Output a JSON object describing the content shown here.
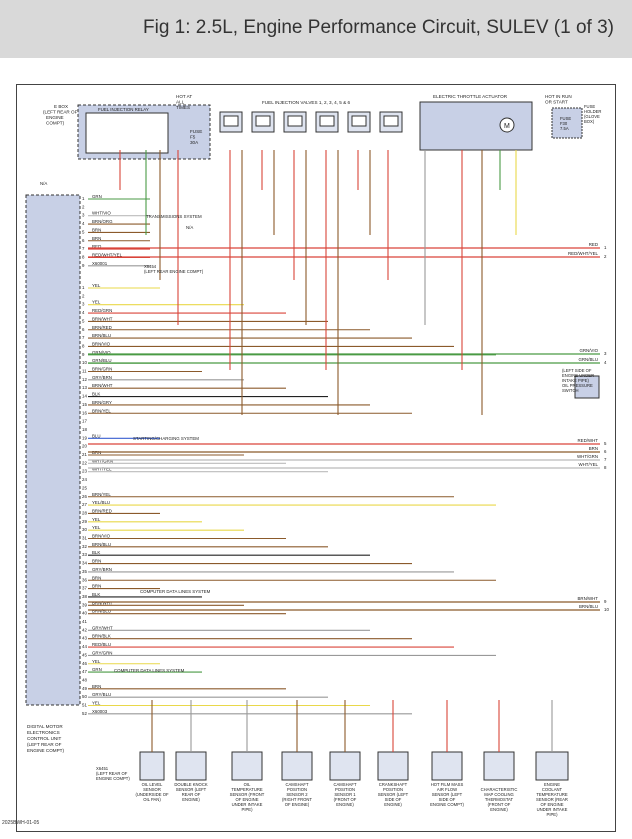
{
  "title": "Fig 1: 2.5L, Engine Performance Circuit, SULEV (1 of 3)",
  "footer_code": "2025BWH-01-05",
  "ecm": {
    "name": "DIGITAL MOTOR ELECTRONICS CONTROL UNIT (LEFT REAR OF ENGINE COMPT)",
    "pins_a": [
      {
        "pin": "1",
        "color": "GRN"
      },
      {
        "pin": "2",
        "color": ""
      },
      {
        "pin": "3",
        "color": "WHT/VIO"
      },
      {
        "pin": "4",
        "color": "BRN/ORG"
      },
      {
        "pin": "5",
        "color": "BRN"
      },
      {
        "pin": "6",
        "color": "BRN"
      },
      {
        "pin": "7",
        "color": "RED"
      },
      {
        "pin": "8",
        "color": "RED/WHT/YEL"
      },
      {
        "pin": "9",
        "color": "X60001"
      }
    ],
    "pins_b": [
      {
        "pin": "1",
        "color": "YEL"
      },
      {
        "pin": "2",
        "color": ""
      },
      {
        "pin": "3",
        "color": "YEL"
      },
      {
        "pin": "4",
        "color": "RED/GRN"
      },
      {
        "pin": "5",
        "color": "BRN/WHT"
      },
      {
        "pin": "6",
        "color": "BRN/RED"
      },
      {
        "pin": "7",
        "color": "BRN/BLU"
      },
      {
        "pin": "8",
        "color": "BRN/VIO"
      },
      {
        "pin": "9",
        "color": "GRN/VIO"
      },
      {
        "pin": "10",
        "color": "GRN/BLU"
      },
      {
        "pin": "11",
        "color": "BRN/GRN"
      },
      {
        "pin": "12",
        "color": "GRY/BRN"
      },
      {
        "pin": "13",
        "color": "BRN/WHT"
      },
      {
        "pin": "14",
        "color": "BLK"
      },
      {
        "pin": "15",
        "color": "BRN/GRY"
      },
      {
        "pin": "16",
        "color": "BRN/YEL"
      },
      {
        "pin": "17",
        "color": ""
      },
      {
        "pin": "18",
        "color": ""
      },
      {
        "pin": "19",
        "color": "BLU"
      },
      {
        "pin": "20",
        "color": ""
      },
      {
        "pin": "21",
        "color": "BRN"
      },
      {
        "pin": "22",
        "color": "WHT/GRN"
      },
      {
        "pin": "23",
        "color": "WHT/YEL"
      },
      {
        "pin": "24",
        "color": ""
      },
      {
        "pin": "25",
        "color": ""
      },
      {
        "pin": "26",
        "color": "BRN/YEL"
      },
      {
        "pin": "27",
        "color": "YEL/BLU"
      },
      {
        "pin": "28",
        "color": "BRN/RED"
      },
      {
        "pin": "29",
        "color": "YEL"
      },
      {
        "pin": "30",
        "color": "YEL"
      },
      {
        "pin": "31",
        "color": "BRN/VIO"
      },
      {
        "pin": "32",
        "color": "BRN/BLU"
      },
      {
        "pin": "33",
        "color": "BLK"
      },
      {
        "pin": "34",
        "color": "BRN"
      },
      {
        "pin": "35",
        "color": "GRY/BRN"
      },
      {
        "pin": "36",
        "color": "BRN"
      },
      {
        "pin": "37",
        "color": "BRN"
      },
      {
        "pin": "38",
        "color": "BLK"
      },
      {
        "pin": "39",
        "color": "BRN/WHT"
      },
      {
        "pin": "40",
        "color": "BRN/BLU"
      },
      {
        "pin": "41",
        "color": ""
      },
      {
        "pin": "42",
        "color": "GRY/WHT"
      },
      {
        "pin": "43",
        "color": "BRN/BLK"
      },
      {
        "pin": "44",
        "color": "RED/BLU"
      },
      {
        "pin": "45",
        "color": "GRY/GRN"
      },
      {
        "pin": "46",
        "color": "YEL"
      },
      {
        "pin": "47",
        "color": "GRN"
      },
      {
        "pin": "48",
        "color": ""
      },
      {
        "pin": "49",
        "color": "BRN"
      },
      {
        "pin": "50",
        "color": "GRY/BLU"
      },
      {
        "pin": "51",
        "color": "YEL"
      },
      {
        "pin": "52",
        "color": "X60003"
      }
    ]
  },
  "labels": {
    "ebox": "E BOX (LEFT REAR OF ENGINE COMPT)",
    "relay": "FUEL INJECTION RELAY",
    "hot_all": "HOT AT ALL TIMES",
    "fuse_f5": "FUSE F5 30A",
    "injectors": "FUEL INJECTION VALVES 1, 2, 3, 4, 5 & 6",
    "throttle": "ELECTRIC THROTTLE ACTUATOR",
    "hot_run": "HOT IN RUN OR START",
    "fuse_holder": "FUSE HOLDER (GLOVE BOX)",
    "fuse_f30": "FUSE F30 7.5A",
    "trans": "TRANSMISSIONS SYSTEM",
    "na": "N/A",
    "x6454": "X6454 (LEFT REAR ENGINE COMPT)",
    "starting": "STARTING/CHARGING SYSTEM",
    "computer_data": "COMPUTER DATA LINES SYSTEM",
    "computer_data2": "COMPUTER DATA LINES SYSTEM",
    "oil_press": "(LEFT SIDE OF ENGINE UNDER INTAKE PIPE) OIL PRESSURE SWITCH",
    "x6451": "X6451 (LEFT REAR OF ENGINE COMPT)"
  },
  "right_wires": [
    {
      "color": "RED",
      "num": "1"
    },
    {
      "color": "RED/WHT/YEL",
      "num": "2"
    },
    {
      "color": "GRN/VIO",
      "num": "3"
    },
    {
      "color": "GRN/BLU",
      "num": "4"
    },
    {
      "color": "RED/WHT",
      "num": "5"
    },
    {
      "color": "BRN",
      "num": "6"
    },
    {
      "color": "WHT/GRN",
      "num": "7"
    },
    {
      "color": "WHT/YEL",
      "num": "8"
    },
    {
      "color": "BRN/WHT",
      "num": "9"
    },
    {
      "color": "BRN/BLU",
      "num": "10"
    }
  ],
  "sensors": [
    {
      "name": "OIL LEVEL SENSOR (UNDERSIDE OF OIL PAN)"
    },
    {
      "name": "DOUBLE KNOCK SENSOR (LEFT REAR OF ENGINE)"
    },
    {
      "name": "OIL TEMPERATURE SENSOR (FRONT OF ENGINE UNDER INTAKE PIPE)"
    },
    {
      "name": "CAMSHAFT POSITION SENSOR 2 (RIGHT FRONT OF ENGINE)"
    },
    {
      "name": "CAMSHAFT POSITION SENSOR 1 (FRONT OF ENGINE)"
    },
    {
      "name": "CRANKSHAFT POSITION SENSOR (LEFT SIDE OF ENGINE)"
    },
    {
      "name": "HOT FILM MASS AIR FLOW SENSOR (LEFT SIDE OF ENGINE COMPT)"
    },
    {
      "name": "CHARACTERISTIC MAP COOLING THERMOSTAT (FRONT OF ENGINE)"
    },
    {
      "name": "ENGINE COOLANT TEMPERATURE SENSOR (REAR OF ENGINE UNDER INTAKE PIPE)"
    }
  ],
  "colors": {
    "red": "#d9453a",
    "green": "#4a9a45",
    "yellow": "#e9d84a",
    "brown": "#8b5a2b",
    "blue": "#3a5fd0",
    "gray": "#999999",
    "violet": "#8a4aa8",
    "orange": "#e88a2a",
    "black": "#222222",
    "white": "#bbbbbb",
    "box": "#dfe4f0",
    "ecm": "#c8d0e6"
  }
}
